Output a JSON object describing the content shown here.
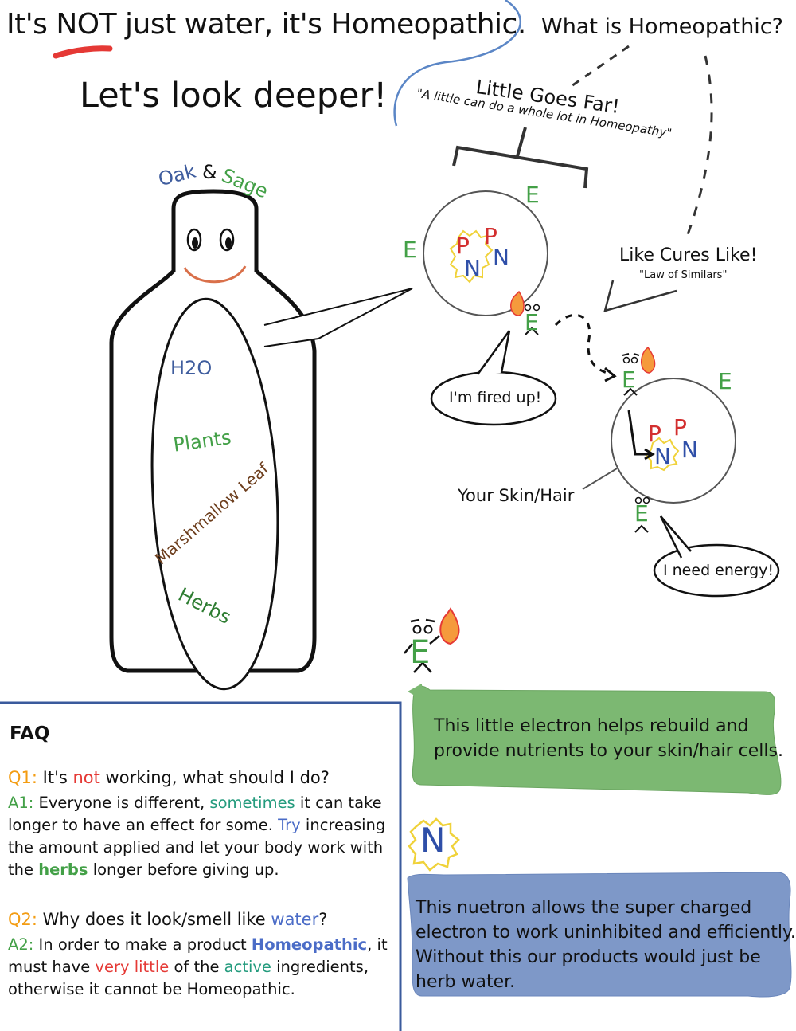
{
  "header": {
    "title_part1": "It's ",
    "title_not": "NOT",
    "title_part2": " just water, it's Homeopathic.",
    "subtitle": "Let's look deeper!",
    "question": "What is Homeopathic?"
  },
  "concepts": {
    "little_goes_far": "Little Goes Far!",
    "little_goes_far_quote": "\"A little can do a whole lot in Homeopathy\"",
    "like_cures_like": "Like Cures Like!",
    "law_of_similars": "\"Law of Similars\""
  },
  "bottle": {
    "brand_oak": "Oak",
    "brand_amp": "&",
    "brand_sage": "Sage",
    "ingredients": [
      "H2O",
      "Plants",
      "Marshmallow Leaf",
      "Herbs"
    ]
  },
  "atom": {
    "proton": "P",
    "neutron": "N",
    "electron": "E"
  },
  "speech": {
    "fired_up": "I'm fired up!",
    "need_energy": "I need energy!"
  },
  "skin_label": "Your Skin/Hair",
  "info_boxes": {
    "electron_text_line1": "This little electron helps rebuild and",
    "electron_text_line2": "provide nutrients to your skin/hair cells.",
    "neutron_text_line1": "This nuetron allows the super charged",
    "neutron_text_line2": "electron to work uninhibited and efficiently.",
    "neutron_text_line3": "Without this our products would just be",
    "neutron_text_line4": "herb water."
  },
  "faq": {
    "title": "FAQ",
    "q1_label": "Q1:",
    "q1_a": " It's ",
    "q1_not": "not",
    "q1_b": " working, what should I do?",
    "a1_label": "A1:",
    "a1_a": " Everyone is different, ",
    "a1_sometimes": "sometimes",
    "a1_b": " it can take longer to have an effect for some. ",
    "a1_try": "Try",
    "a1_c": " increasing the amount applied and let your body work with the ",
    "a1_herbs": "herbs",
    "a1_d": " longer before giving up.",
    "q2_label": "Q2:",
    "q2_a": " Why does it look/smell like ",
    "q2_water": "water",
    "q2_b": "?",
    "a2_label": "A2:",
    "a2_a": " In order to make a product ",
    "a2_homeopathic": "Homeopathic",
    "a2_b": ", it must have ",
    "a2_very_little": "very little",
    "a2_c": " of the ",
    "a2_active": "active",
    "a2_d": " ingredients, otherwise it cannot be Homeopathic."
  },
  "colors": {
    "proton": "#d32f2f",
    "neutron": "#2f4fa8",
    "electron": "#43a047",
    "green_box": "#7cb872",
    "blue_box": "#7e98c8",
    "divider": "#3a5a9c"
  }
}
